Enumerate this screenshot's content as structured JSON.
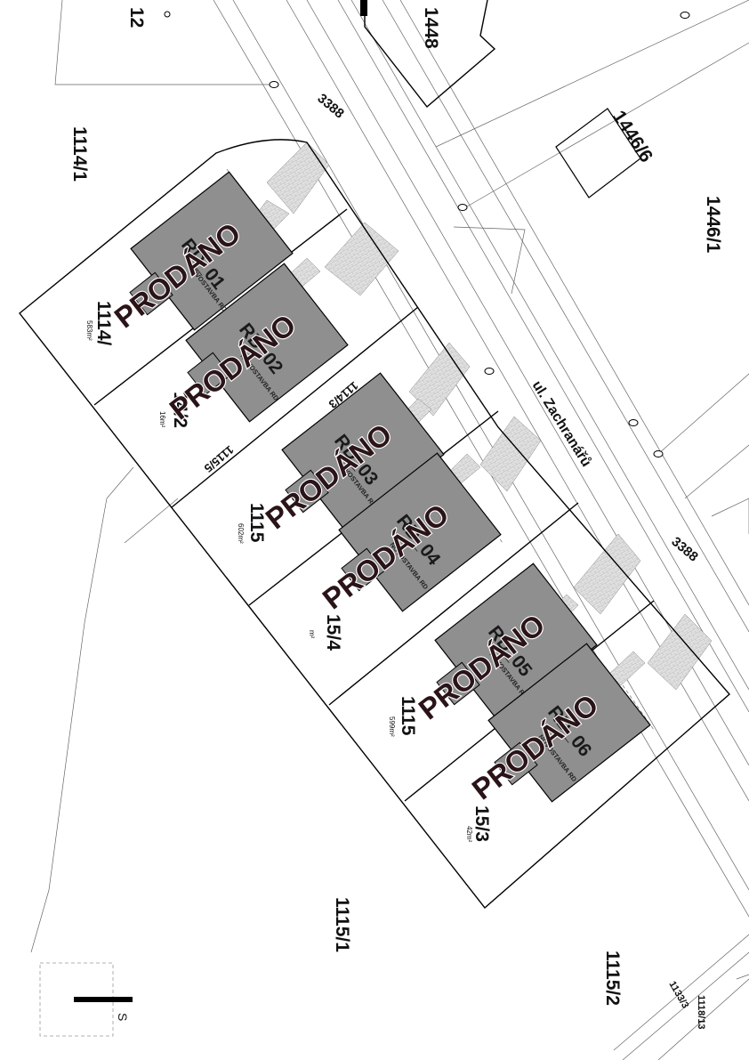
{
  "parcel_labels": {
    "p12": "12",
    "p1448": "1448",
    "p1446_6": "1446/6",
    "p1446_1": "1446/1",
    "p1114_1": "1114/1",
    "p1114_3": "1114/3",
    "p1115_5": "1115/5",
    "p1115_1": "1115/1",
    "p1115_2": "1115/2",
    "p1133_3": "1133/3",
    "p1118_13": "1118/13",
    "road_top": "3388",
    "road_mid": "3388"
  },
  "street_name": "ul. Zachranářů",
  "house_title": "NOVOSTAVBA RD",
  "sold_label": "PRODÁNO",
  "houses": [
    {
      "id": "RD_01",
      "parcel": "1114/",
      "area": "583m²"
    },
    {
      "id": "RD_02",
      "parcel": "14/2",
      "area": "16m²"
    },
    {
      "id": "RD_03",
      "parcel": "1115",
      "area": "602m²"
    },
    {
      "id": "RD_04",
      "parcel": "15/4",
      "area": "m²"
    },
    {
      "id": "RD_05",
      "parcel": "1115",
      "area": "599m²"
    },
    {
      "id": "RD_06",
      "parcel": "15/3",
      "area": "42m²"
    }
  ],
  "scale_label": "S",
  "colors": {
    "house_fill": "#8f8f8f",
    "hatch": "#d8d8d8",
    "line": "#000000"
  }
}
